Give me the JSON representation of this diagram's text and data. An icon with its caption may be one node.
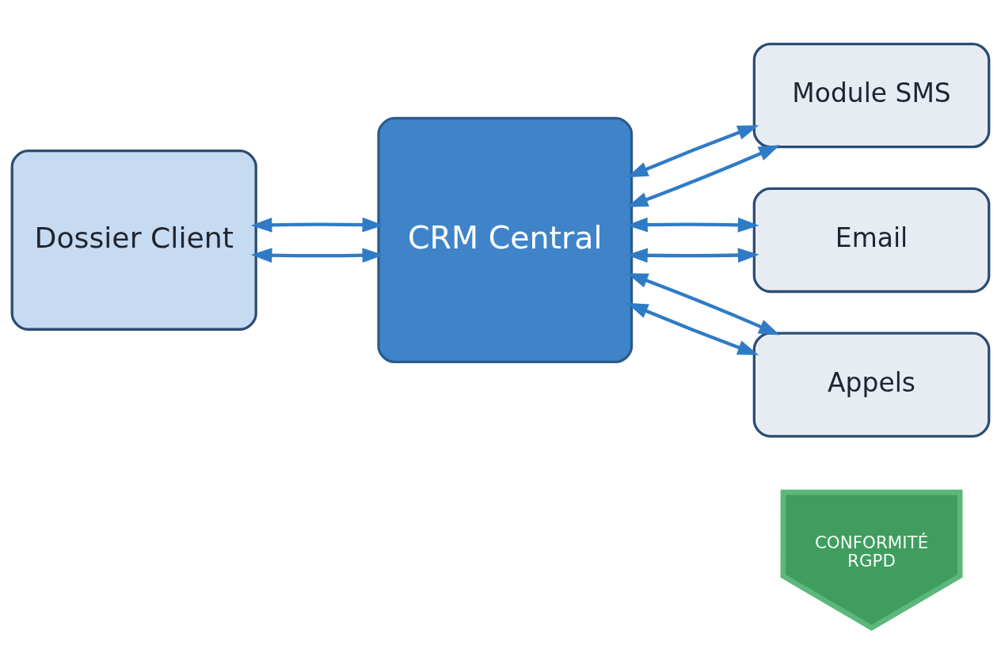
{
  "diagram": {
    "nodes": [
      {
        "text": [
          "Dossier Client"
        ]
      },
      {
        "text": [
          "CRM Central"
        ]
      },
      {
        "text": [
          "Module SMS"
        ]
      },
      {
        "text": [
          "Email"
        ]
      },
      {
        "text": [
          "Appels"
        ]
      },
      {
        "text": [
          "CONFORMITÉ",
          "RGPD"
        ]
      }
    ],
    "edges": [
      {
        "from": 0,
        "to": 1,
        "arrow": "both"
      },
      {
        "from": 0,
        "to": 1,
        "arrow": "both"
      },
      {
        "from": 1,
        "to": 2,
        "arrow": "both"
      },
      {
        "from": 1,
        "to": 2,
        "arrow": "both"
      },
      {
        "from": 1,
        "to": 3,
        "arrow": "both"
      },
      {
        "from": 1,
        "to": 3,
        "arrow": "both"
      },
      {
        "from": 1,
        "to": 4,
        "arrow": "both"
      },
      {
        "from": 1,
        "to": 4,
        "arrow": "both"
      }
    ]
  }
}
